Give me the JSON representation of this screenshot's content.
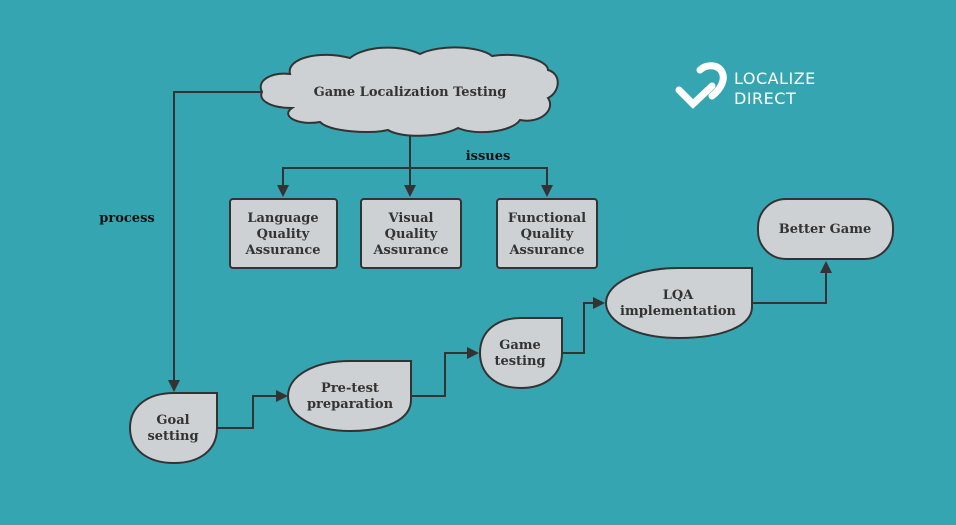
{
  "diagram": {
    "title_node": "Game Localization Testing",
    "logo": {
      "line1": "LOCALIZE",
      "line2": "DIRECT",
      "icon": "localize-direct-logo-icon"
    },
    "edge_labels": {
      "issues": "issues",
      "process": "process"
    },
    "qa_nodes": [
      {
        "lines": [
          "Language",
          "Quality",
          "Assurance"
        ]
      },
      {
        "lines": [
          "Visual",
          "Quality",
          "Assurance"
        ]
      },
      {
        "lines": [
          "Functional",
          "Quality",
          "Assurance"
        ]
      }
    ],
    "process_nodes": [
      {
        "lines": [
          "Goal",
          "setting"
        ]
      },
      {
        "lines": [
          "Pre-test",
          "preparation"
        ]
      },
      {
        "lines": [
          "Game",
          "testing"
        ]
      },
      {
        "lines": [
          "LQA",
          "implementation"
        ]
      }
    ],
    "result_node": "Better Game",
    "colors": {
      "background": "#36a5b2",
      "node_fill": "#cdd1d4",
      "stroke": "#333333"
    }
  }
}
